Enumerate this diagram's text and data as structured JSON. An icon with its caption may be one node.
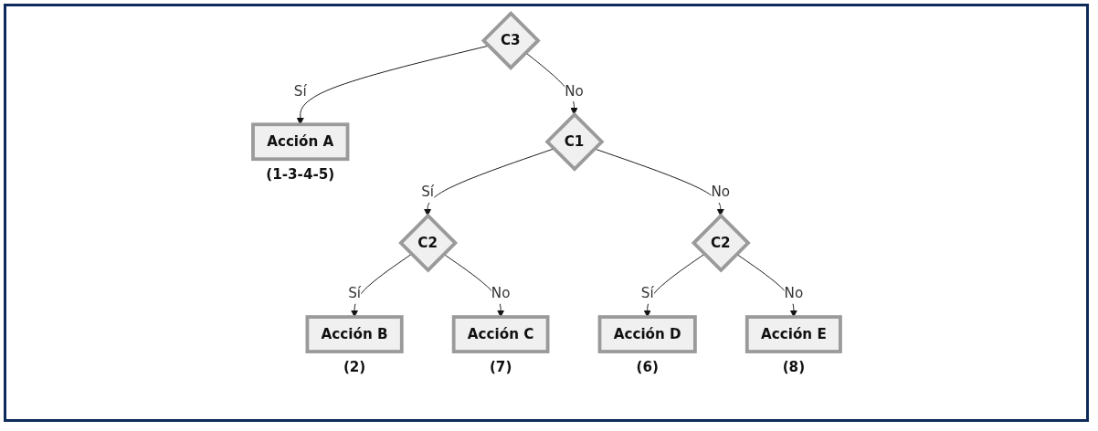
{
  "diagram": {
    "nodes": [
      {
        "text": [
          "C3"
        ]
      },
      {
        "text": [
          "Acción A"
        ],
        "beside": [
          "(1-3-4-5)"
        ]
      },
      {
        "text": [
          "C1"
        ]
      },
      {
        "text": [
          "C2"
        ]
      },
      {
        "text": [
          "Acción B"
        ],
        "beside": [
          "(2)"
        ]
      },
      {
        "text": [
          "Acción C"
        ],
        "beside": [
          "(7)"
        ]
      },
      {
        "text": [
          "C2"
        ]
      },
      {
        "text": [
          "Acción D"
        ],
        "beside": [
          "(6)"
        ]
      },
      {
        "text": [
          "Acción E"
        ],
        "beside": [
          "(8)"
        ]
      }
    ],
    "edges": [
      {
        "from": 0,
        "to": 1,
        "arrow": "to",
        "label": "Sí"
      },
      {
        "from": 0,
        "to": 2,
        "arrow": "to",
        "label": "No"
      },
      {
        "from": 2,
        "to": 3,
        "arrow": "to",
        "label": "Sí"
      },
      {
        "from": 2,
        "to": 6,
        "arrow": "to",
        "label": "No"
      },
      {
        "from": 3,
        "to": 4,
        "arrow": "to",
        "label": "Sí"
      },
      {
        "from": 3,
        "to": 5,
        "arrow": "to",
        "label": "No"
      },
      {
        "from": 6,
        "to": 7,
        "arrow": "to",
        "label": "Sí"
      },
      {
        "from": 6,
        "to": 8,
        "arrow": "to",
        "label": "No"
      }
    ]
  }
}
